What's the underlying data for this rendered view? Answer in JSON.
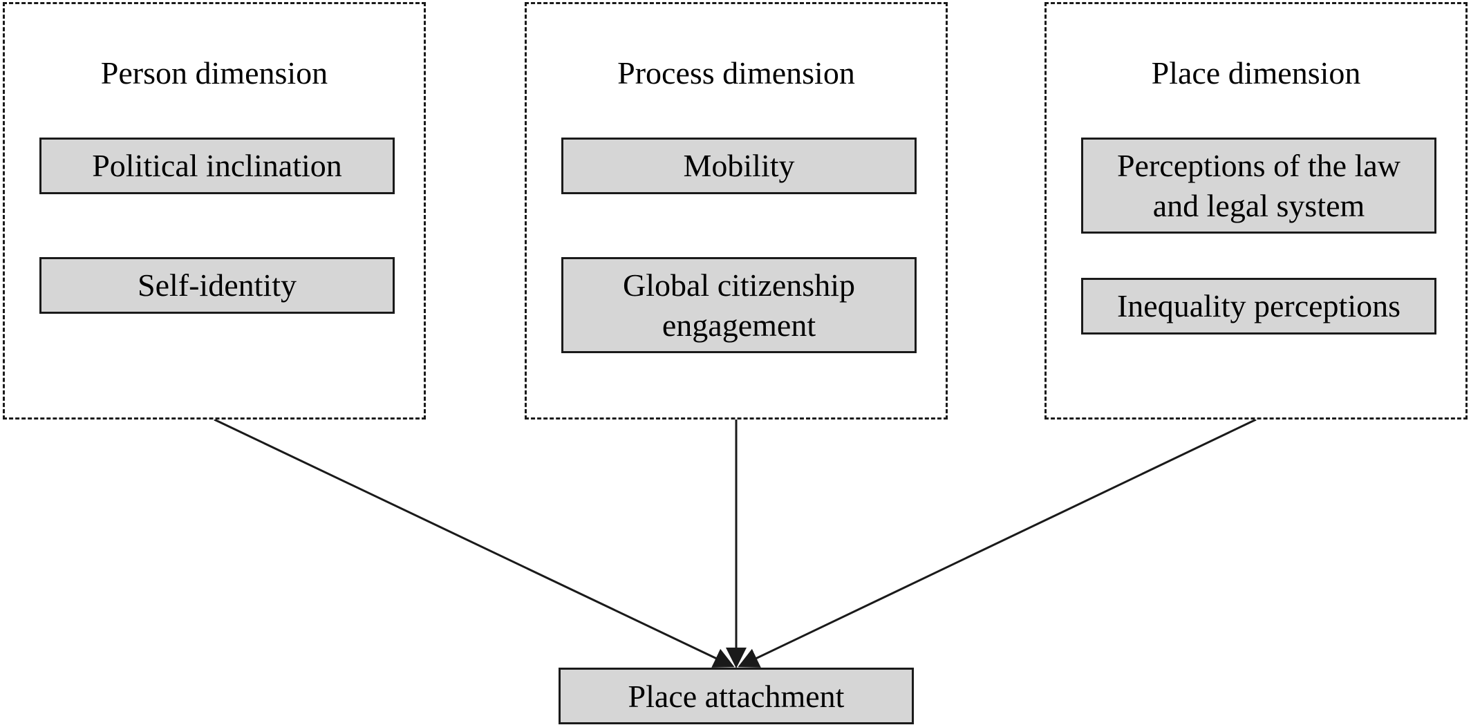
{
  "dimensions": [
    {
      "title": "Person dimension",
      "factors": [
        {
          "line1": "Political inclination",
          "line2": ""
        },
        {
          "line1": "Self-identity",
          "line2": ""
        }
      ]
    },
    {
      "title": "Process dimension",
      "factors": [
        {
          "line1": "Mobility",
          "line2": ""
        },
        {
          "line1": "Global citizenship",
          "line2": "engagement"
        }
      ]
    },
    {
      "title": "Place dimension",
      "factors": [
        {
          "line1": "Perceptions of the law",
          "line2": "and legal system"
        },
        {
          "line1": "Inequality perceptions",
          "line2": ""
        }
      ]
    }
  ],
  "outcome": {
    "label": "Place attachment"
  },
  "colors": {
    "box_fill": "#d6d6d6",
    "border": "#1a1a1a",
    "background": "#ffffff"
  }
}
